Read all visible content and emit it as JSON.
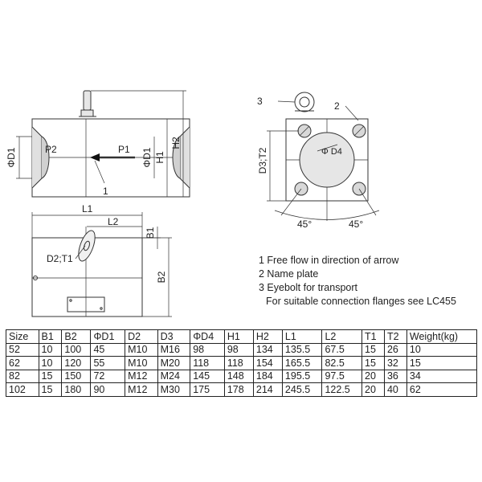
{
  "front_view": {
    "label_D1_left": "ΦD1",
    "label_P2": "P2",
    "label_P1": "P1",
    "label_D1_right": "ΦD1",
    "label_H1": "H1",
    "label_H2": "H2",
    "label_callout_1": "1"
  },
  "top_view": {
    "label_L1": "L1",
    "label_L2": "L2",
    "label_B1": "B1",
    "label_B2": "B2",
    "label_D2_T1": "D2;T1"
  },
  "side_view": {
    "label_callout_3": "3",
    "label_callout_2": "2",
    "label_D4": "Φ D4",
    "label_D3_T2": "D3;T2",
    "label_angle_left": "45°",
    "label_angle_right": "45°"
  },
  "notes": [
    "1 Free flow in direction of arrow",
    "2 Name plate",
    "3 Eyebolt for transport",
    "For suitable connection flanges see LC455"
  ],
  "table": {
    "headers": [
      "Size",
      "B1",
      "B2",
      "ΦD1",
      "D2",
      "D3",
      "ΦD4",
      "H1",
      "H2",
      "L1",
      "L2",
      "T1",
      "T2",
      "Weight(kg)"
    ],
    "rows": [
      [
        "52",
        "10",
        "100",
        "45",
        "M10",
        "M16",
        "98",
        "98",
        "134",
        "135.5",
        "67.5",
        "15",
        "26",
        "10"
      ],
      [
        "62",
        "10",
        "120",
        "55",
        "M10",
        "M20",
        "118",
        "118",
        "154",
        "165.5",
        "82.5",
        "15",
        "32",
        "15"
      ],
      [
        "82",
        "15",
        "150",
        "72",
        "M12",
        "M24",
        "145",
        "148",
        "184",
        "195.5",
        "97.5",
        "20",
        "36",
        "34"
      ],
      [
        "102",
        "15",
        "180",
        "90",
        "M12",
        "M30",
        "175",
        "178",
        "214",
        "245.5",
        "122.5",
        "20",
        "40",
        "62"
      ]
    ]
  }
}
